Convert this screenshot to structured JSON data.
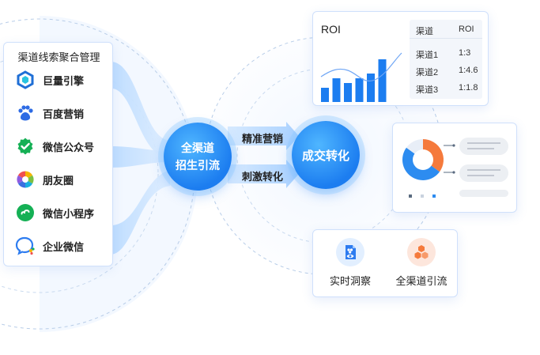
{
  "left_panel": {
    "title": "渠道线索聚合管理",
    "channels": [
      {
        "label": "巨量引擎",
        "icon": "ocean-engine-icon"
      },
      {
        "label": "百度营销",
        "icon": "baidu-paw-icon"
      },
      {
        "label": "微信公众号",
        "icon": "wechat-official-account-icon"
      },
      {
        "label": "朋友圈",
        "icon": "moments-aperture-icon"
      },
      {
        "label": "微信小程序",
        "icon": "mini-program-icon"
      },
      {
        "label": "企业微信",
        "icon": "wecom-icon"
      }
    ]
  },
  "center": {
    "main_line1": "全渠道",
    "main_line2": "招生引流",
    "arrow_top": "精准营销",
    "arrow_bottom": "刺激转化",
    "conversion": "成交转化"
  },
  "roi_card": {
    "title": "ROI",
    "table": {
      "headers": [
        "渠道",
        "ROI"
      ],
      "rows": [
        [
          "渠道1",
          "1:3"
        ],
        [
          "渠道2",
          "1:4.6"
        ],
        [
          "渠道3",
          "1:1.8"
        ]
      ]
    }
  },
  "insight_card": {
    "items": [
      {
        "label": "实时洞察",
        "icon": "insight-eye-icon"
      },
      {
        "label": "全渠道引流",
        "icon": "honeycomb-icon"
      }
    ]
  },
  "colors": {
    "primary": "#1c7df0",
    "light": "#cfe4ff",
    "accent_orange": "#f57a3c"
  },
  "chart_data": {
    "type": "bar",
    "categories": [
      "",
      "",
      "",
      "",
      "",
      ""
    ],
    "values": [
      3,
      5,
      4,
      5,
      6,
      9
    ],
    "ylim": [
      0,
      10
    ],
    "title": "ROI",
    "xlabel": "",
    "ylabel": "",
    "grid": false
  },
  "pie_chart": {
    "type": "pie",
    "values": [
      35,
      50,
      15
    ],
    "colors": [
      "#f57a3c",
      "#2d8cf0",
      "#e8eef7"
    ]
  }
}
